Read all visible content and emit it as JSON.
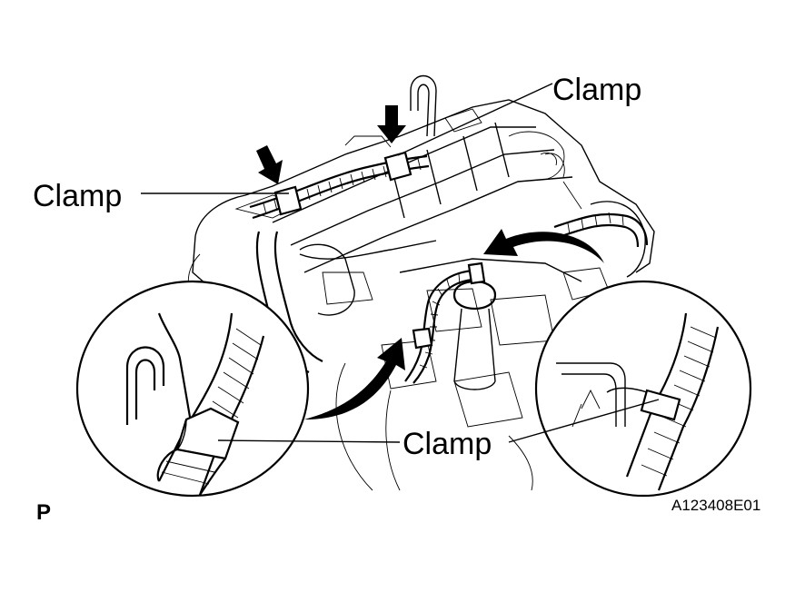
{
  "labels": {
    "clamp_top_right": "Clamp",
    "clamp_left": "Clamp",
    "clamp_bottom": "Clamp"
  },
  "corner_letter": "P",
  "figure_code": "A123408E01"
}
